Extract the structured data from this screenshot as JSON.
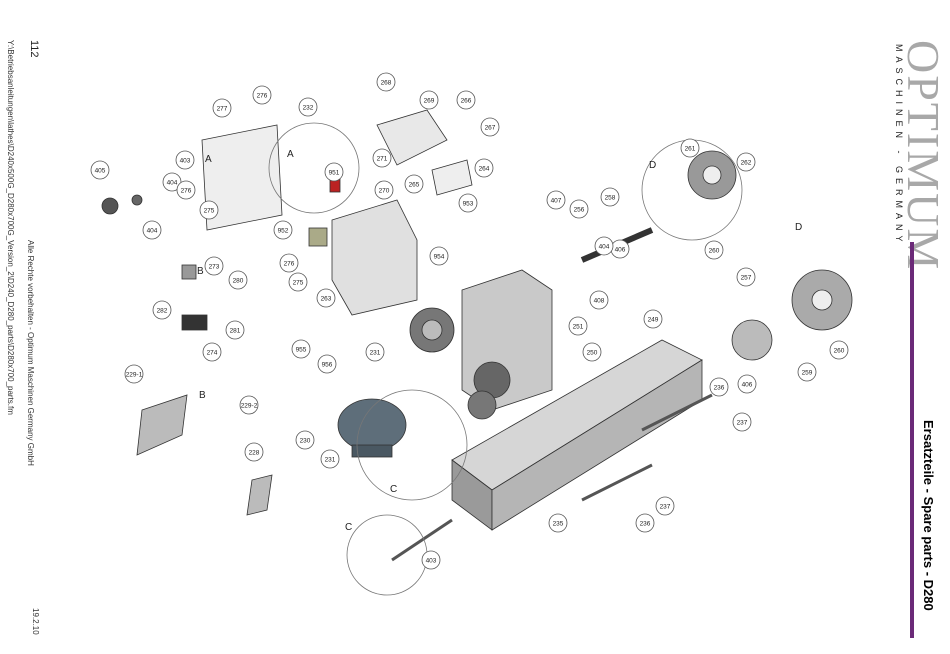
{
  "header": {
    "brand_name": "OPTIMUM",
    "brand_tagline": "MASCHINEN - GERMANY",
    "brand_color": "#6b2a78",
    "title": "Ersatzteile - Spare parts - D280"
  },
  "footer": {
    "page_number": "112",
    "file_path": "Y:\\Betriebsanleitungen\\lathes\\D240x500G_D280x700G_Version_2\\D240_D280_parts\\D280x700_parts.fm",
    "copyright": "Alle Rechte vorbehalten - Optimum Maschinen Germany GmbH",
    "date": "19.2.10"
  },
  "drawing": {
    "detail_labels": [
      "A",
      "A",
      "B",
      "B",
      "C",
      "C",
      "D",
      "D"
    ],
    "part_numbers": [
      "405",
      "404",
      "403",
      "404",
      "276",
      "275",
      "277",
      "276",
      "232",
      "268",
      "269",
      "266",
      "267",
      "271",
      "951",
      "270",
      "265",
      "264",
      "953",
      "952",
      "276",
      "275",
      "263",
      "273",
      "280",
      "282",
      "281",
      "274",
      "261",
      "262",
      "258",
      "256",
      "407",
      "406",
      "260",
      "404",
      "954",
      "408",
      "251",
      "250",
      "249",
      "257",
      "259",
      "260",
      "406",
      "955",
      "956",
      "231",
      "229-1",
      "229-2",
      "228",
      "230",
      "231",
      "236",
      "237",
      "237",
      "236",
      "235",
      "403"
    ]
  }
}
